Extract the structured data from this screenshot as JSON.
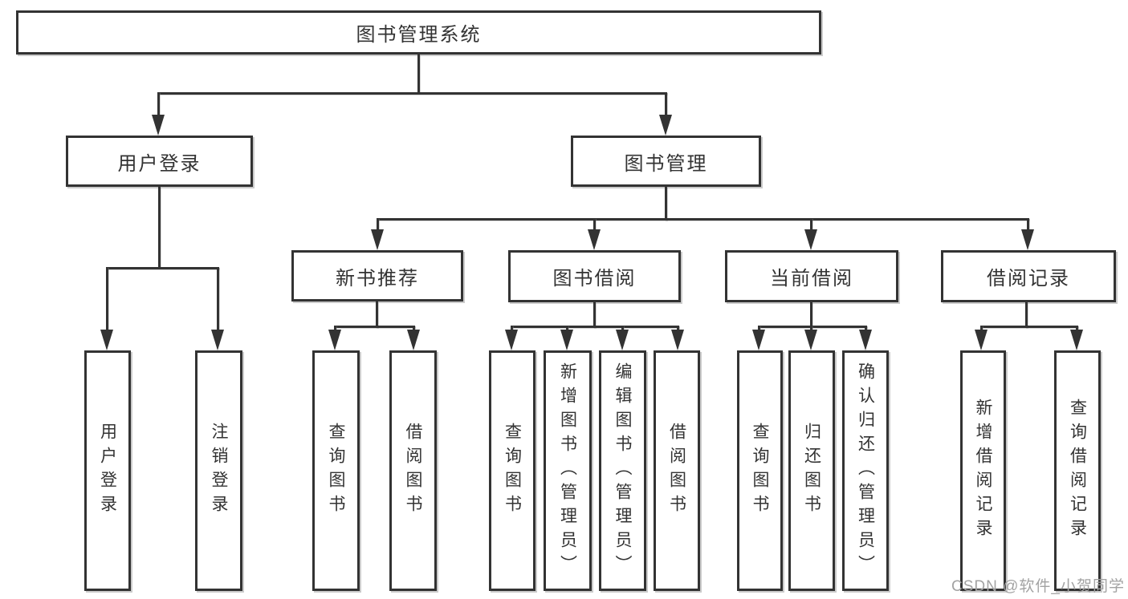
{
  "diagram": {
    "title": {
      "label": "图书管理系统"
    },
    "level1": [
      {
        "label": "用户登录"
      },
      {
        "label": "图书管理"
      }
    ],
    "level2": [
      {
        "label": "新书推荐"
      },
      {
        "label": "图书借阅"
      },
      {
        "label": "当前借阅"
      },
      {
        "label": "借阅记录"
      }
    ],
    "leaves": {
      "login": [
        "用户登录",
        "注销登录"
      ],
      "recommend": [
        "查询图书",
        "借阅图书"
      ],
      "borrow": [
        "查询图书",
        "新增图书（管理员）",
        "编辑图书（管理员）",
        "借阅图书"
      ],
      "current": [
        "查询图书",
        "归还图书",
        "确认归还（管理员）"
      ],
      "records": [
        "新增借阅记录",
        "查询借阅记录"
      ]
    },
    "watermark": {
      "text": "CSDN @软件_小贺同学"
    },
    "colors": {
      "line": "#333333",
      "text": "#333333",
      "watermark": "#a3a3a3",
      "background": "#ffffff"
    }
  }
}
